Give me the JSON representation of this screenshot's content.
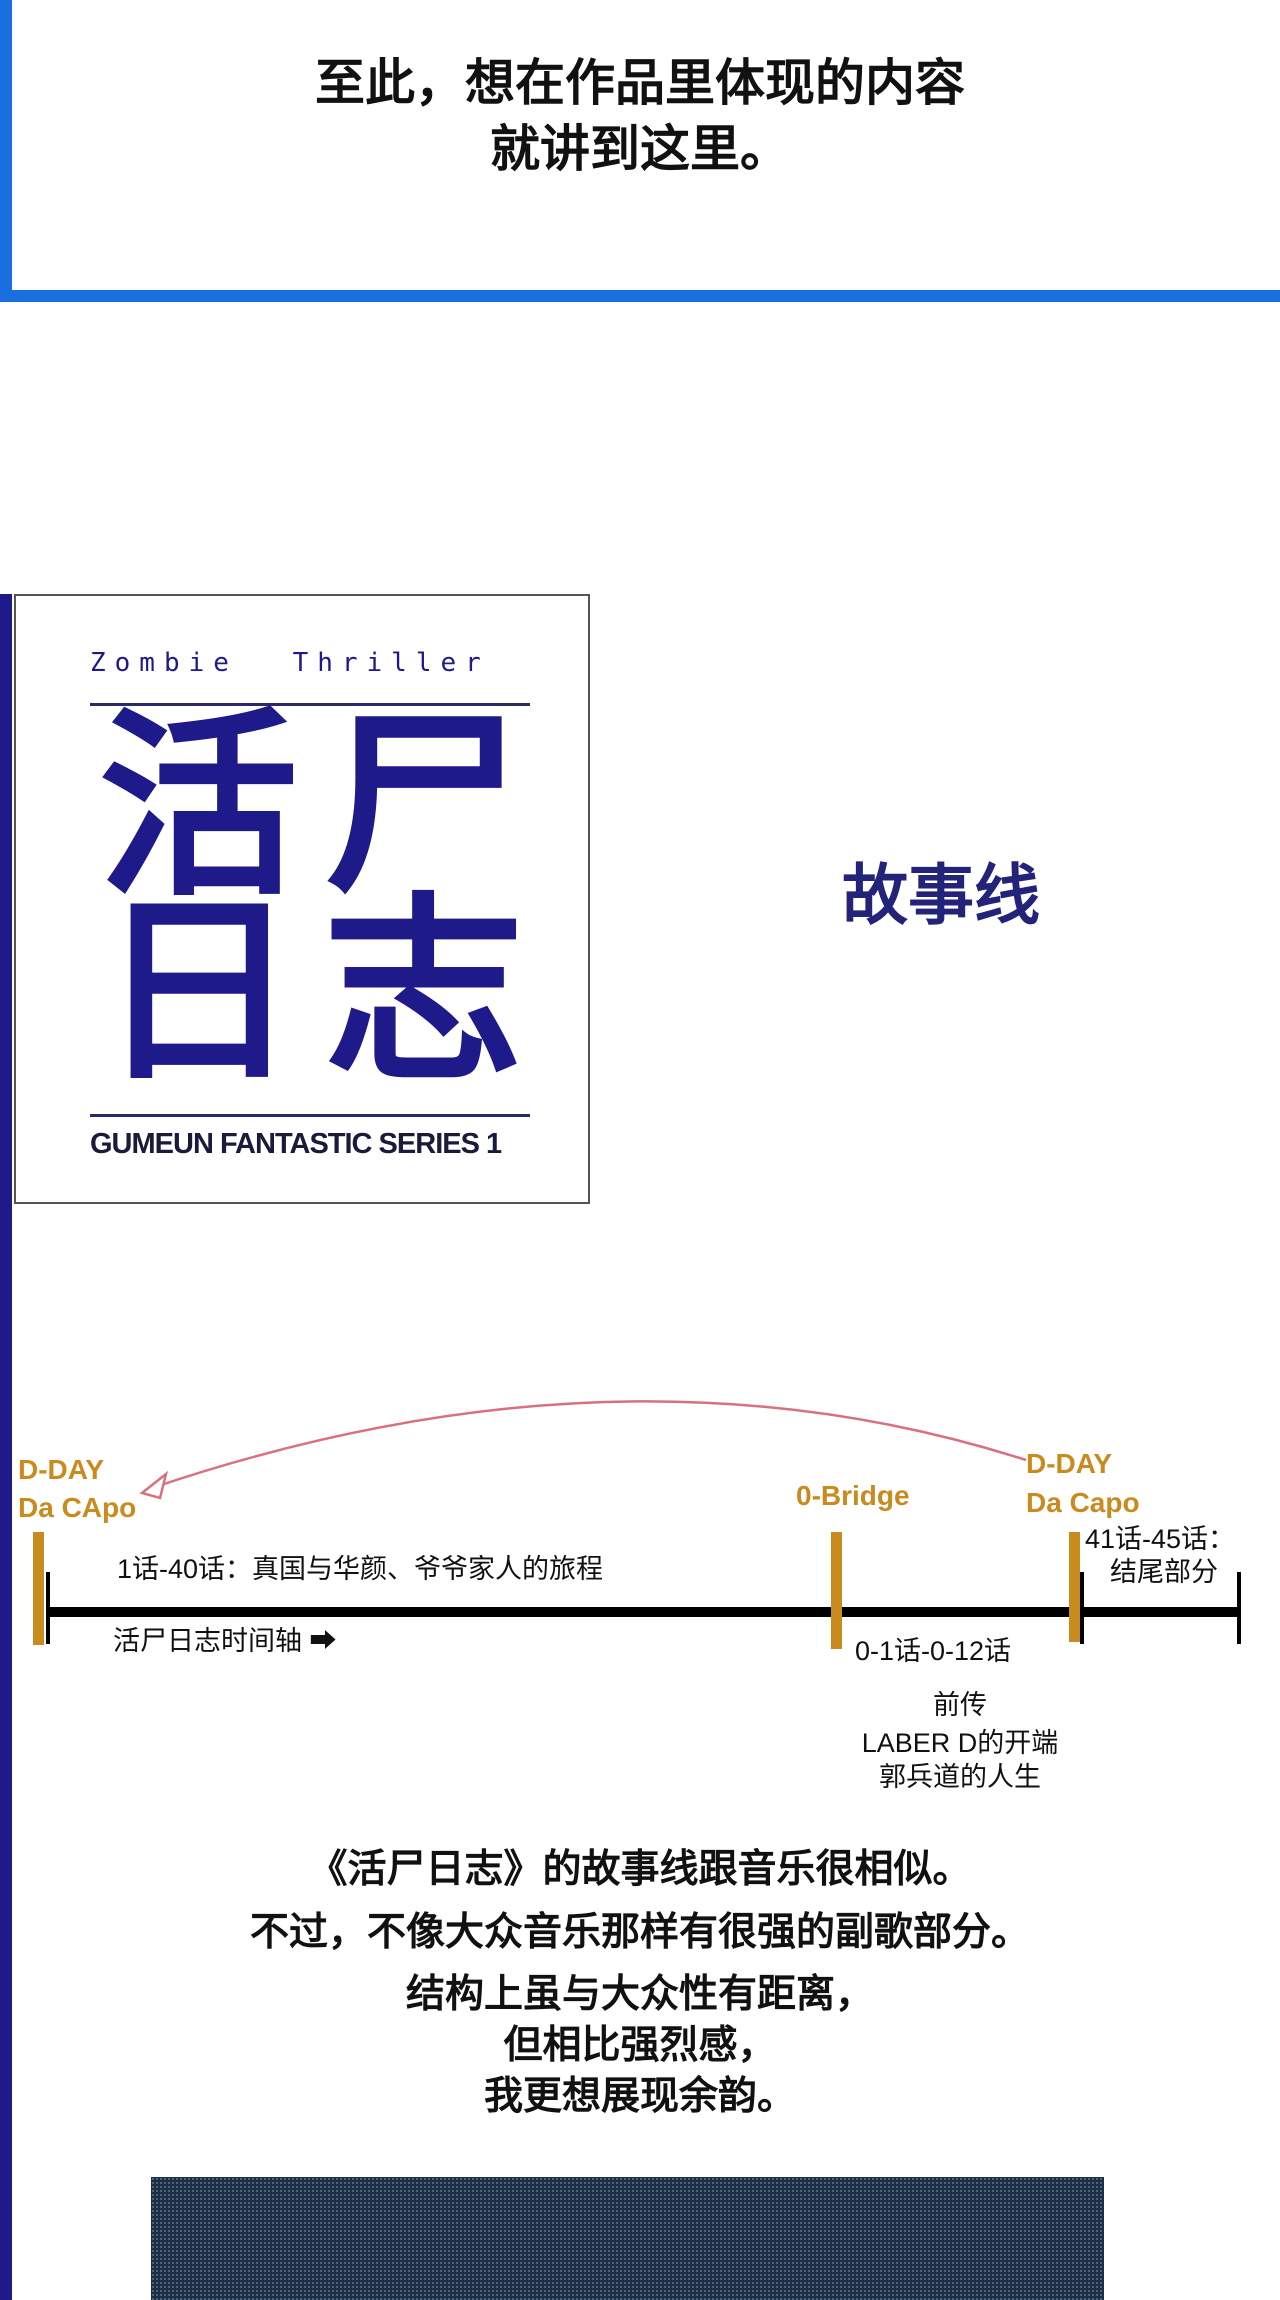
{
  "intro": {
    "line1": "至此，想在作品里体现的内容",
    "line2": "就讲到这里。"
  },
  "logo": {
    "subtitle": "Zombie Thriller",
    "title_chars": [
      "活",
      "尸",
      "日",
      "志"
    ],
    "series": "GUMEUN FANTASTIC SERIES 1"
  },
  "story_title": "故事线",
  "timeline": {
    "start_label_1": "D-DAY",
    "start_label_2": "Da CApo",
    "bridge_label": "0-Bridge",
    "end_label_1": "D-DAY",
    "end_label_2": "Da Capo",
    "main_arc": "1话-40话：真国与华颜、爷爷家人的旅程",
    "axis_label": "活尸日志时间轴 ➡",
    "ending_1": "41话-45话：",
    "ending_2": "结尾部分",
    "prequel_range": "0-1话-0-12话",
    "prequel_1": "前传",
    "prequel_2": "LABER D的开端",
    "prequel_3": "郭兵道的人生",
    "colors": {
      "gold": "#c98a1e",
      "arc": "#d9707e",
      "line": "#000000"
    }
  },
  "paragraph": [
    "《活尸日志》的故事线跟音乐很相似。",
    "不过，不像大众音乐那样有很强的副歌部分。",
    "结构上虽与大众性有距离，",
    "但相比强烈感，",
    "我更想展现余韵。"
  ],
  "colors": {
    "frame_blue": "#1a6fe0",
    "navy": "#1e1a8a"
  }
}
